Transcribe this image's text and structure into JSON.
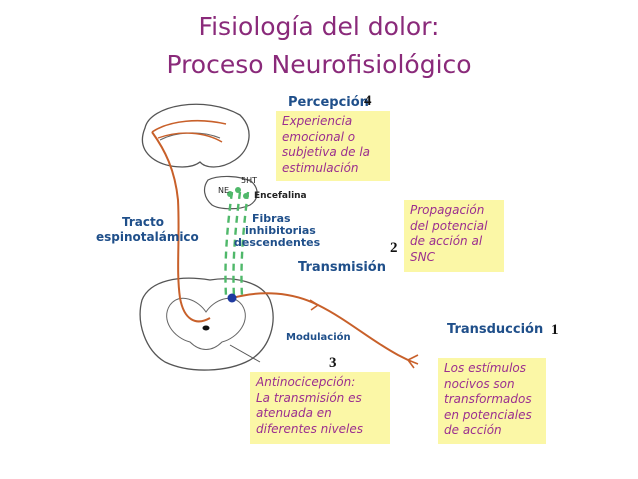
{
  "title": {
    "line1": "Fisiología del dolor:",
    "line2": "Proceso Neurofisiológico"
  },
  "labels": {
    "percepcion": "Percepción",
    "transmision": "Transmisión",
    "transduccion": "Transducción",
    "modulacion": "Modulación",
    "tracto1": "Tracto",
    "tracto2": "espinotalámico",
    "fibras1": "Fibras",
    "fibras2": "inhibitorias",
    "fibras3": "descendentes",
    "encefalina": "Encefalina",
    "ne": "NE",
    "sht": "5HT"
  },
  "numbers": {
    "n1": "1",
    "n2": "2",
    "n3": "3",
    "n4": "4"
  },
  "boxes": {
    "percepcion": [
      "Experiencia",
      "emocional o",
      "subjetiva de la",
      "estimulación"
    ],
    "transmision": [
      "Propagación",
      "del potencial",
      "de acción al",
      "SNC"
    ],
    "transduccion": [
      "Los estímulos",
      "nocivos son",
      "transformados",
      "en potenciales",
      "de acción"
    ],
    "modulacion": [
      "Antinocicepción:",
      "La transmisión es",
      "atenuada en",
      "diferentes niveles"
    ]
  },
  "colors": {
    "title": "#8a2a7a",
    "box_bg": "#fbf7a6",
    "box_text": "#9b2f8f",
    "label": "#1f4f8a",
    "nerve": "#c8602a",
    "fibers": "#4fb86a"
  }
}
